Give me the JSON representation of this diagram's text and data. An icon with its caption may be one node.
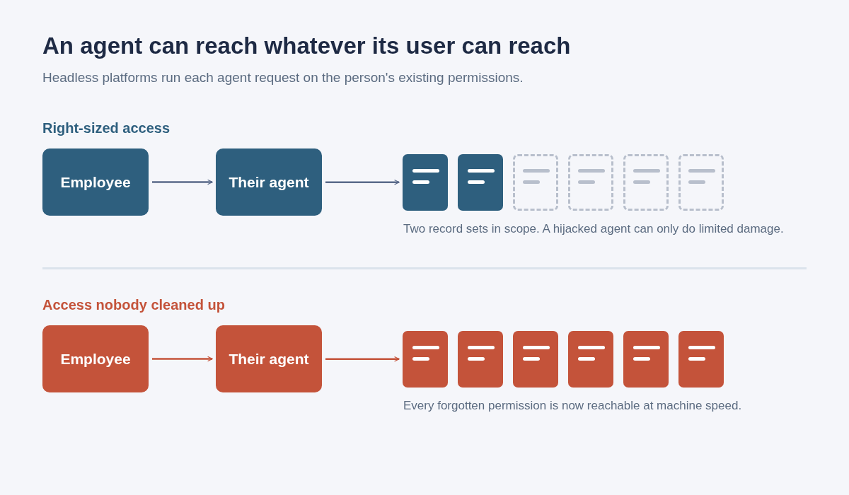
{
  "diagram": {
    "title": "An agent can reach whatever its user can reach",
    "nodes": [
      {
        "text": [
          "Employee"
        ]
      },
      {
        "text": [
          "Their agent"
        ]
      },
      {
        "text": [],
        "shape": "box"
      },
      {
        "text": [],
        "shape": "box"
      },
      {
        "text": [],
        "shape": "box"
      },
      {
        "text": [],
        "shape": "box"
      },
      {
        "text": [],
        "shape": "box"
      },
      {
        "text": [],
        "shape": "box"
      },
      {
        "text": [
          "Employee"
        ]
      },
      {
        "text": [
          "Their agent"
        ]
      },
      {
        "text": [],
        "shape": "box"
      },
      {
        "text": [],
        "shape": "box"
      },
      {
        "text": [],
        "shape": "box"
      },
      {
        "text": [],
        "shape": "box"
      },
      {
        "text": [],
        "shape": "box"
      },
      {
        "text": [],
        "shape": "box"
      }
    ],
    "edges": [
      {
        "from": 0,
        "to": 1,
        "arrow": "to",
        "color": "#5a6a8a"
      },
      {
        "from": 1,
        "to": 2,
        "arrow": "to",
        "color": "#5a6a8a"
      },
      {
        "from": 8,
        "to": 9,
        "arrow": "to",
        "color": "#c4533a"
      },
      {
        "from": 9,
        "to": 10,
        "arrow": "to",
        "color": "#c4533a"
      }
    ],
    "labels": [
      "Headless platforms run each agent request on the person's existing permissions.",
      "Right-sized access",
      "Two record sets in scope. A hijacked agent can only do limited damage.",
      "Access nobody cleaned up",
      "Every forgotten permission is now reachable at machine speed."
    ]
  }
}
